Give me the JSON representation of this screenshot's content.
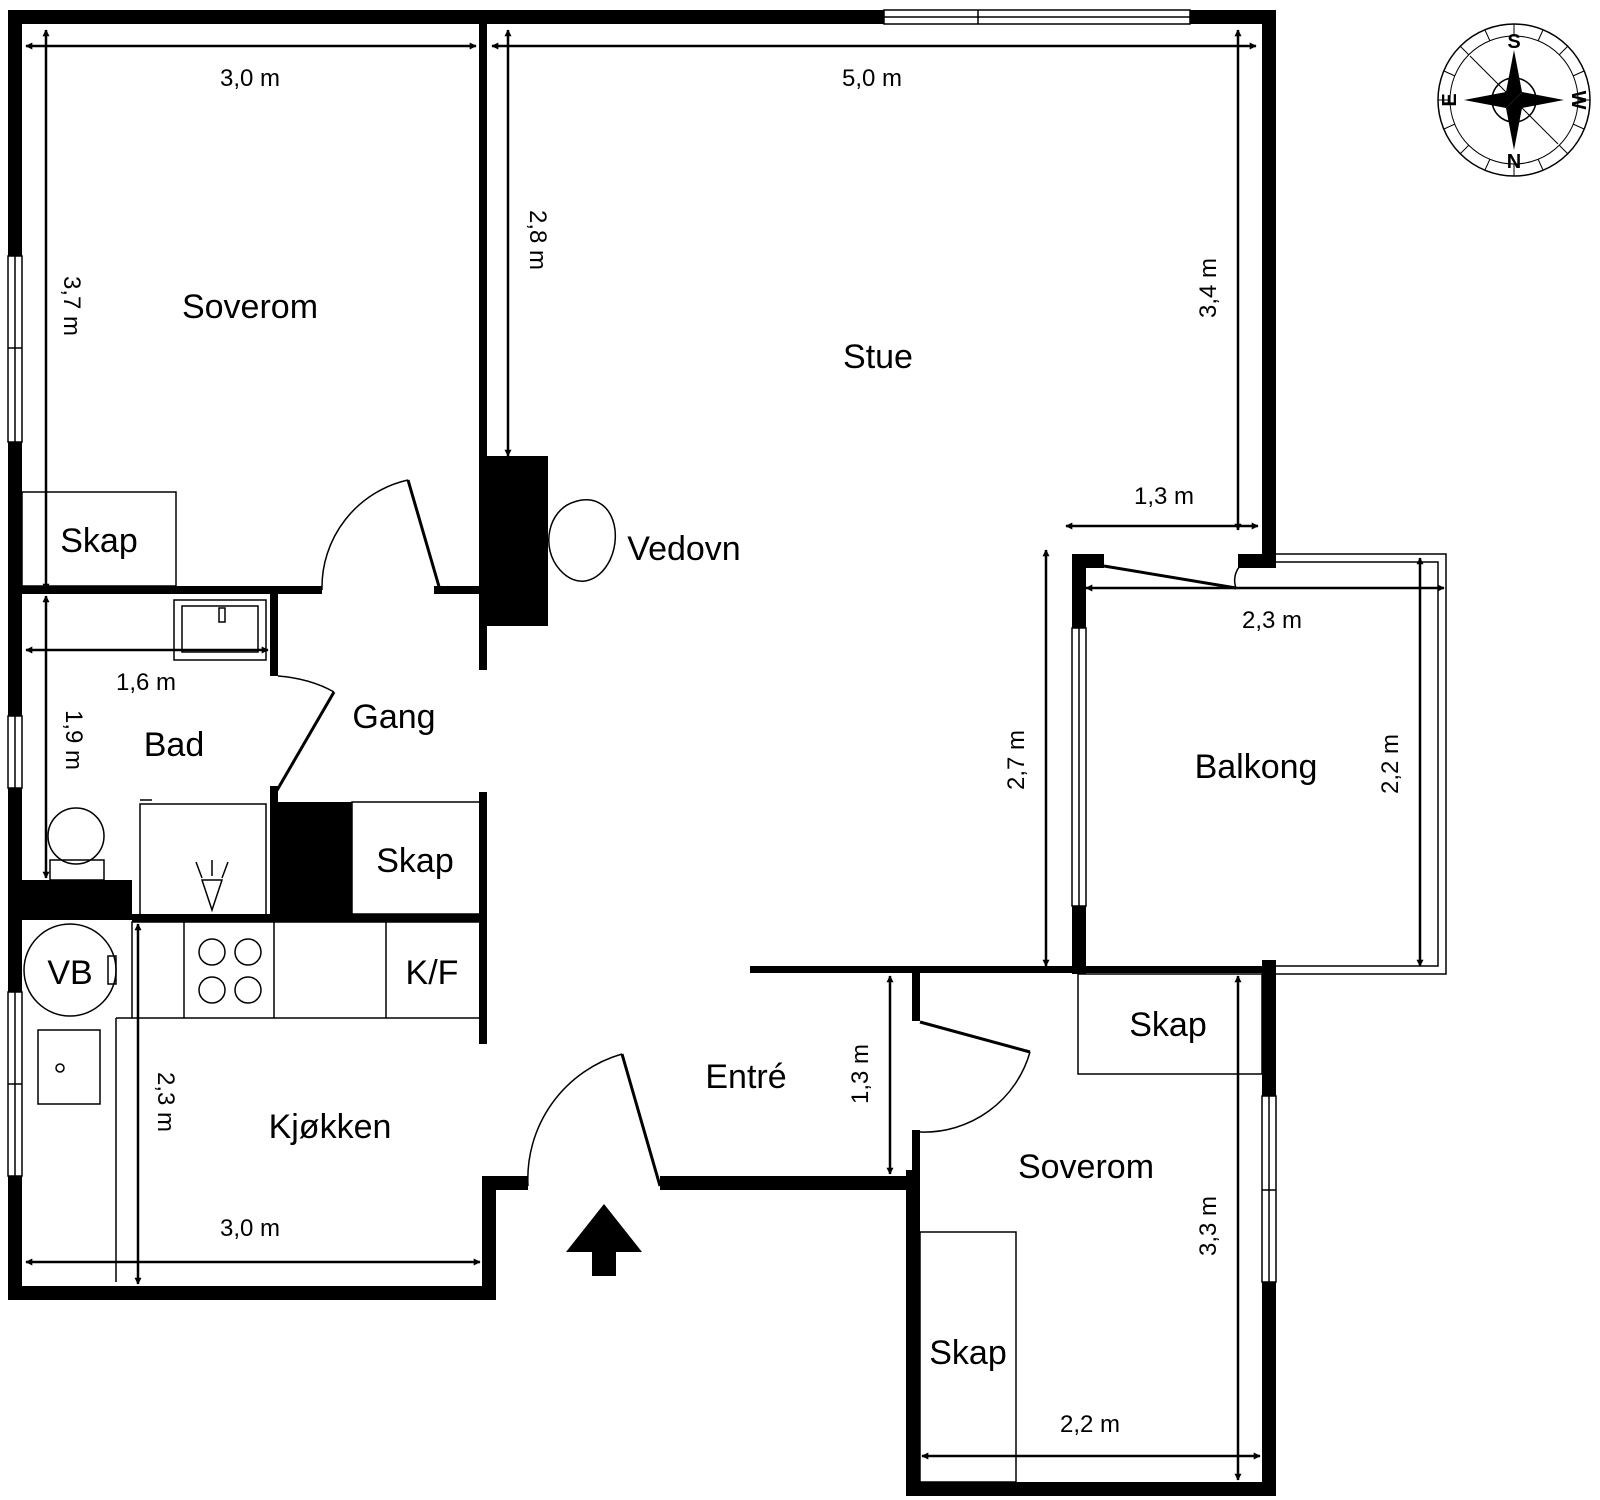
{
  "rooms": {
    "soverom1": "Soverom",
    "stue": "Stue",
    "gang": "Gang",
    "bad": "Bad",
    "kjokken": "Kjøkken",
    "entre": "Entré",
    "balkong": "Balkong",
    "soverom2": "Soverom"
  },
  "fixtures": {
    "vedovn": "Vedovn",
    "skap": "Skap",
    "vb": "VB",
    "kf": "K/F"
  },
  "dimensions": {
    "soverom1_width": "3,0 m",
    "soverom1_height": "3,7 m",
    "stue_width": "5,0 m",
    "stue_left_height": "2,8 m",
    "stue_right_height": "3,4 m",
    "stue_step": "1,3 m",
    "bad_width": "1,6 m",
    "bad_height": "1,9 m",
    "balkong_width": "2,3 m",
    "balkong_height": "2,2 m",
    "balkong_left_height": "2,7 m",
    "entre_height": "1,3 m",
    "kjokken_height": "2,3 m",
    "kjokken_width": "3,0 m",
    "soverom2_height": "3,3 m",
    "soverom2_width": "2,2 m"
  },
  "compass": {
    "top": "S",
    "left": "E",
    "right": "W",
    "bottom": "N"
  }
}
